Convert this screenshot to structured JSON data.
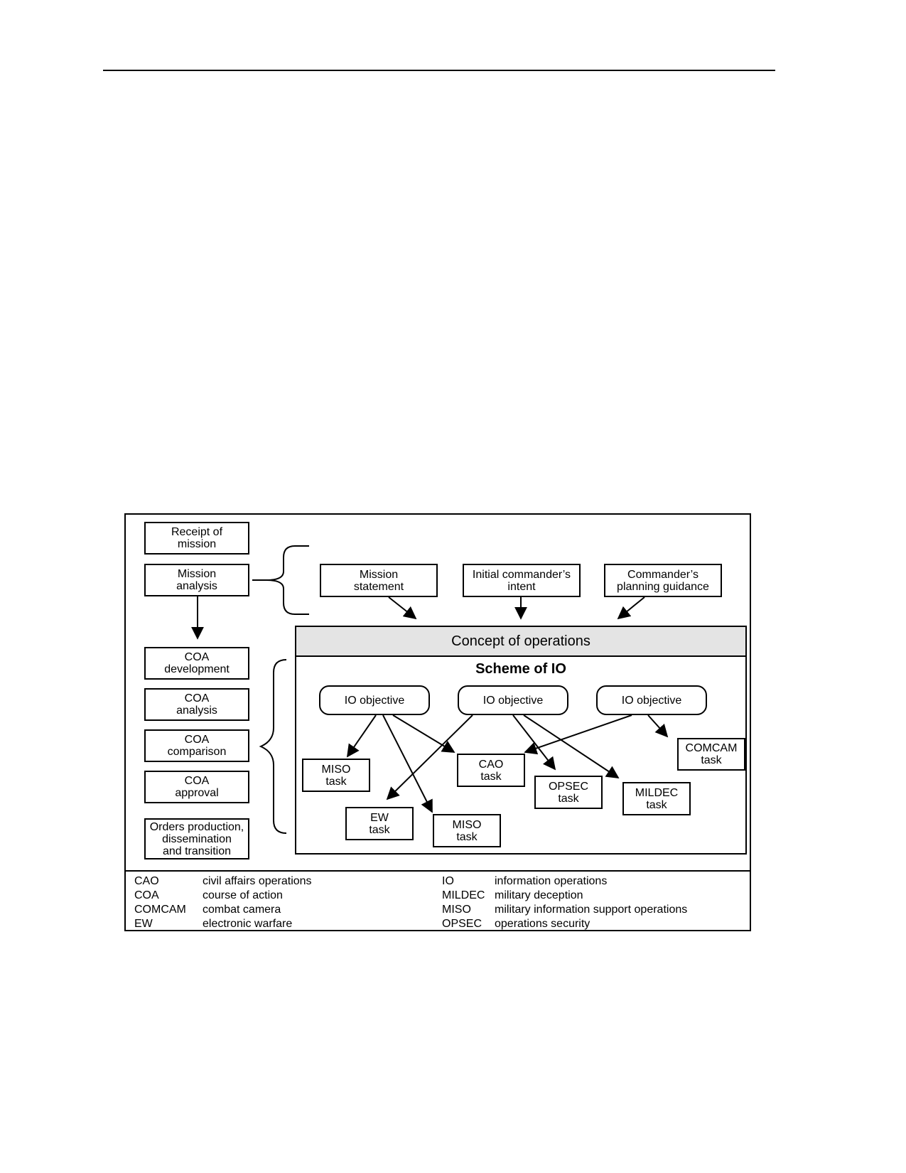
{
  "left_column": {
    "receipt": "Receipt of\nmission",
    "mission_analysis": "Mission\nanalysis",
    "coa_development": "COA\ndevelopment",
    "coa_analysis": "COA\nanalysis",
    "coa_comparison": "COA\ncomparison",
    "coa_approval": "COA\napproval",
    "orders": "Orders production,\ndissemination\nand transition"
  },
  "inputs": {
    "mission_statement": "Mission\nstatement",
    "initial_intent": "Initial commander’s\nintent",
    "planning_guidance": "Commander’s\nplanning guidance"
  },
  "concept": {
    "header": "Concept of operations",
    "scheme_title": "Scheme of IO",
    "objectives": [
      "IO objective",
      "IO objective",
      "IO objective"
    ],
    "tasks": {
      "miso_1": "MISO\ntask",
      "cao": "CAO\ntask",
      "opsec": "OPSEC\ntask",
      "mildec": "MILDEC\ntask",
      "comcam": "COMCAM\ntask",
      "ew": "EW\ntask",
      "miso_2": "MISO\ntask"
    }
  },
  "legend": [
    {
      "abbr": "CAO",
      "meaning": "civil affairs operations"
    },
    {
      "abbr": "COA",
      "meaning": "course of action"
    },
    {
      "abbr": "COMCAM",
      "meaning": "combat camera"
    },
    {
      "abbr": "EW",
      "meaning": "electronic warfare"
    },
    {
      "abbr": "IO",
      "meaning": "information operations"
    },
    {
      "abbr": "MILDEC",
      "meaning": "military deception"
    },
    {
      "abbr": "MISO",
      "meaning": "military information support operations"
    },
    {
      "abbr": "OPSEC",
      "meaning": "operations security"
    }
  ]
}
